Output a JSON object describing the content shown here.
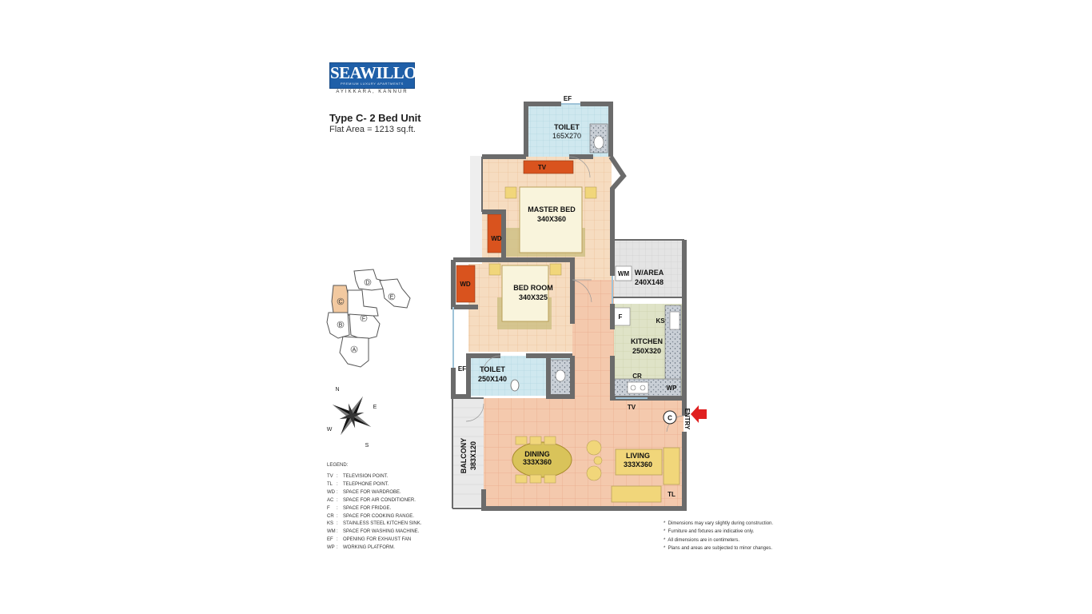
{
  "logo": {
    "brand": "SEAWILLOW",
    "tagline": "PREMIUM LUXURY APARTMENTS",
    "location": "AYIKKARA, KANNUR"
  },
  "unit": {
    "type": "Type C- 2 Bed Unit",
    "area": "Flat Area =  1213 sq.ft."
  },
  "rooms": {
    "toilet_master": {
      "name": "TOILET",
      "size": "165X270"
    },
    "master_bed": {
      "name": "MASTER BED",
      "size": "340X360"
    },
    "bed_room": {
      "name": "BED ROOM",
      "size": "340X325"
    },
    "toilet_common": {
      "name": "TOILET",
      "size": "250X140"
    },
    "w_area": {
      "name": "W/AREA",
      "size": "240X148"
    },
    "kitchen": {
      "name": "KITCHEN",
      "size": "250X320"
    },
    "dining": {
      "name": "DINING",
      "size": "333X360"
    },
    "living": {
      "name": "LIVING",
      "size": "333X360"
    },
    "balcony": {
      "name": "BALCONY",
      "size": "383X120"
    }
  },
  "labels": {
    "ef": "EF",
    "tv": "TV",
    "wd": "WD",
    "wm": "WM",
    "f": "F",
    "ks": "KS",
    "cr": "CR",
    "wp": "WP",
    "tl": "TL",
    "entry": "ENTRY",
    "unit_marker": "C"
  },
  "keyplan": {
    "units": [
      "A",
      "B",
      "C",
      "D",
      "E",
      "F"
    ],
    "highlight": "C"
  },
  "compass": {
    "n": "N",
    "e": "E",
    "s": "S",
    "w": "W"
  },
  "legend": {
    "title": "LEGEND:",
    "items": [
      {
        "key": "TV",
        "desc": "TELEVISION POINT."
      },
      {
        "key": "TL",
        "desc": "TELEPHONE POINT."
      },
      {
        "key": "WD",
        "desc": "SPACE FOR WARDROBE."
      },
      {
        "key": "AC",
        "desc": "SPACE FOR AIR CONDITIONER."
      },
      {
        "key": "F",
        "desc": "SPACE FOR FRIDGE."
      },
      {
        "key": "CR",
        "desc": "SPACE FOR COOKING RANGE."
      },
      {
        "key": "KS",
        "desc": "STAINLESS STEEL KITCHEN SINK."
      },
      {
        "key": "WM",
        "desc": "SPACE FOR WASHING MACHINE."
      },
      {
        "key": "EF",
        "desc": "OPENING FOR EXHAUST FAN"
      },
      {
        "key": "WP",
        "desc": "WORKING PLATFORM."
      }
    ]
  },
  "notes": [
    "Dimensions may vary slightly during construction.",
    "Furniture and fixtures are indicative only.",
    "All dimensions are in centimeters.",
    "Plans and areas are subjected to minor changes."
  ],
  "colors": {
    "wall": "#6b6b6b",
    "bedroom_floor": "#f6dcc0",
    "living_floor": "#f4c9ad",
    "toilet_floor": "#cfe8ef",
    "kitchen_floor": "#dfe3c7",
    "balcony_floor": "#e9e9e9",
    "wardrobe": "#d9531e",
    "furniture": "#f1d67a",
    "rug": "#c8bb7a",
    "brand": "#1f5fa8",
    "entry_arrow": "#e02020"
  }
}
